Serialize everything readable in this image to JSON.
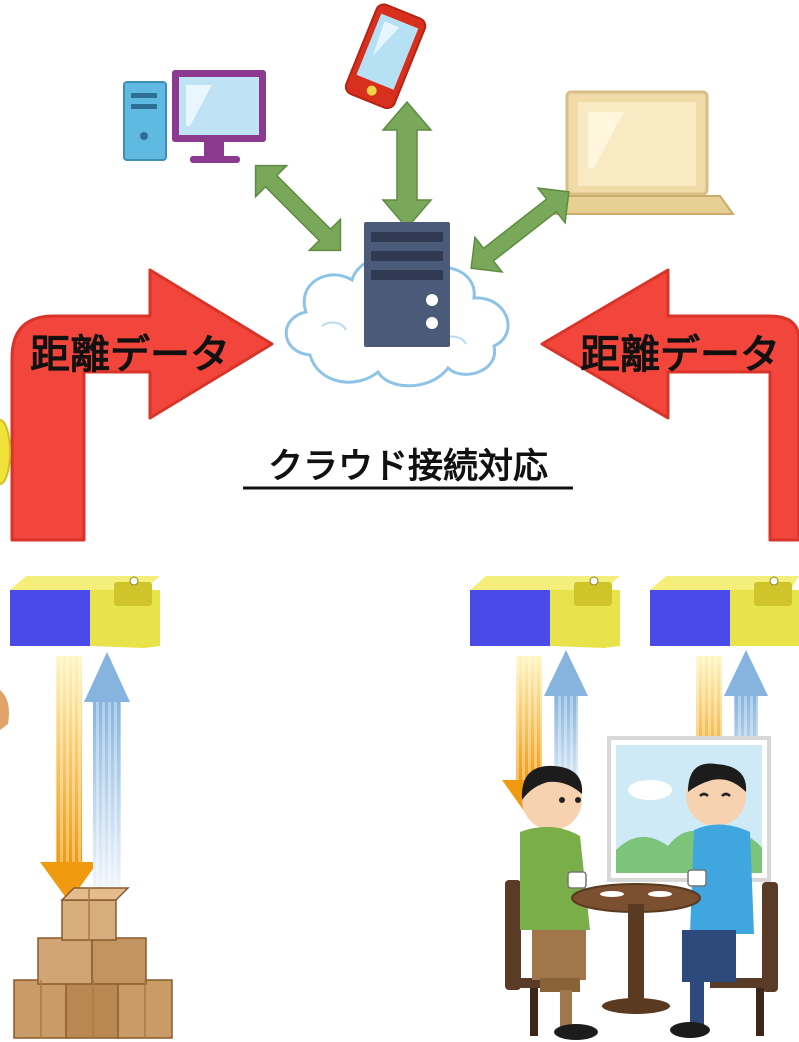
{
  "diagram": {
    "left_arrow_label": "距離データ",
    "right_arrow_label": "距離データ",
    "cloud_caption": "クラウド接続対応"
  },
  "colors": {
    "red_arrow": "#f2463c",
    "red_arrow_stroke": "#e03a30",
    "green_arrow": "#7aa85a",
    "cloud_stroke": "#8fc3e6",
    "sensor_yellow": "#e8e34a",
    "sensor_blue": "#4a4ae8",
    "beam_down": "#f0a020",
    "beam_up": "#8ab8e0"
  },
  "icons": [
    "desktop-pc-icon",
    "smartphone-icon",
    "laptop-icon",
    "server-icon",
    "cloud-icon",
    "distance-sensor-icon",
    "cardboard-boxes-icon",
    "people-at-table-icon"
  ]
}
